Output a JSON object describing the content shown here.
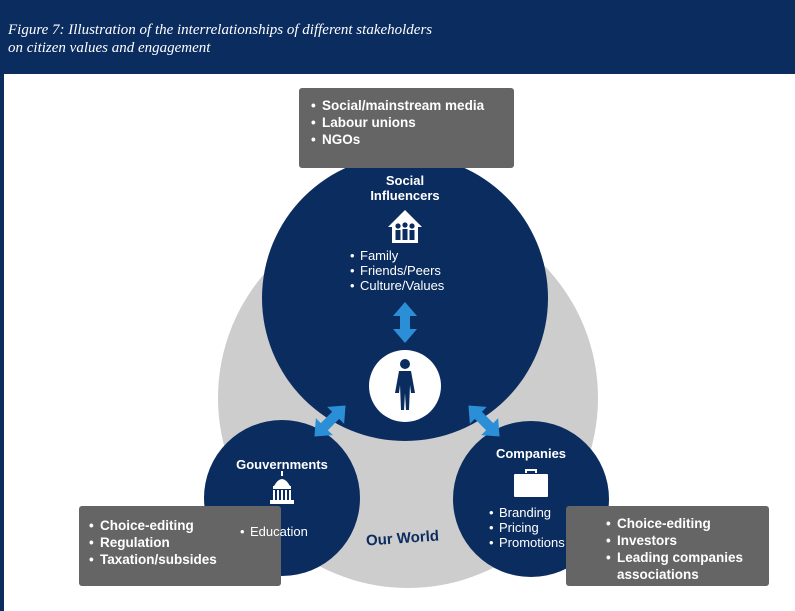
{
  "header": {
    "title_line1": "Figure 7: Illustration of the interrelationships of different stakeholders",
    "title_line2": "on citizen values and engagement"
  },
  "media_box": {
    "items": [
      "Social/mainstream media",
      "Labour unions",
      "NGOs"
    ]
  },
  "social": {
    "title_line1": "Social",
    "title_line2": "Influencers",
    "items": [
      "Family",
      "Friends/Peers",
      "Culture/Values"
    ]
  },
  "government": {
    "title": "Gouvernments",
    "items": [
      "Education"
    ]
  },
  "companies": {
    "title": "Companies",
    "items": [
      "Branding",
      "Pricing",
      "Promotions"
    ]
  },
  "gov_box": {
    "items": [
      "Choice-editing",
      "Regulation",
      "Taxation/subsides"
    ]
  },
  "comp_box": {
    "items": [
      "Choice-editing",
      "Investors",
      "Leading companies associations"
    ]
  },
  "world_label": "Our World",
  "colors": {
    "navy": "#0b2c5f",
    "arrow_blue": "#2a8fd6",
    "world_gray": "#cdcdcd",
    "box_gray": "#656565"
  },
  "icons": [
    "house-family-icon",
    "person-icon",
    "capitol-icon",
    "briefcase-icon",
    "double-arrow-icon"
  ]
}
